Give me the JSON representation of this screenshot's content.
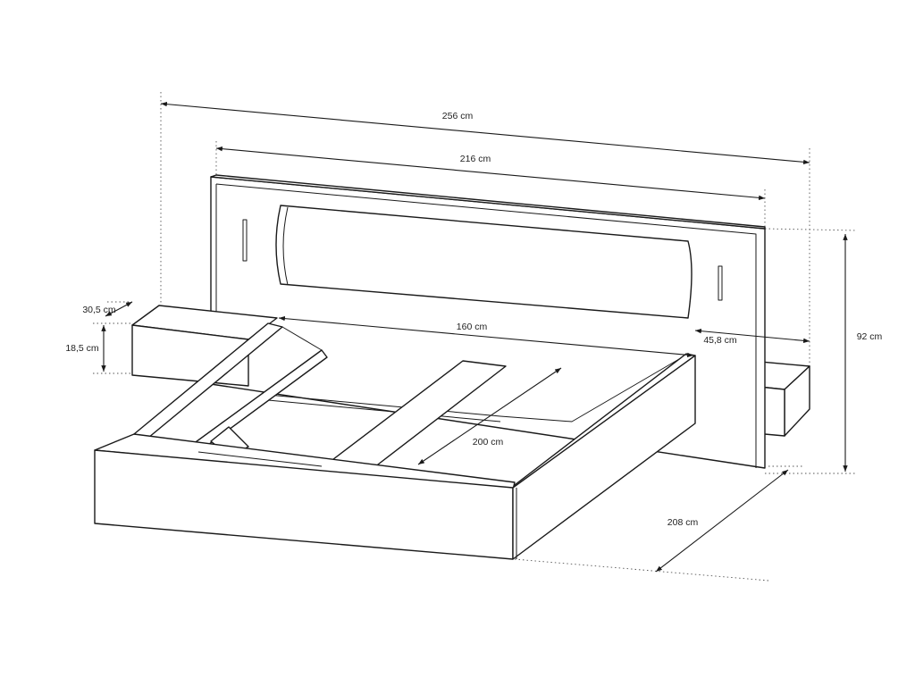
{
  "dimensions": {
    "total_width": "256 cm",
    "headboard_width": "216 cm",
    "mattress_width": "160 cm",
    "mattress_length": "200 cm",
    "total_length": "208 cm",
    "headboard_height": "92 cm",
    "nightstand_width": "45,8 cm",
    "nightstand_depth": "30,5 cm",
    "nightstand_height": "18,5 cm"
  }
}
